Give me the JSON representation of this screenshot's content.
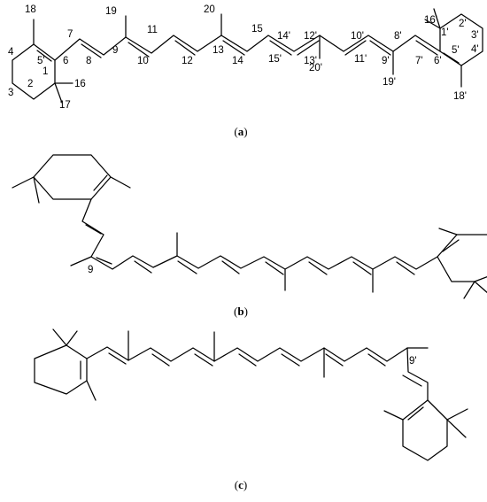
{
  "panels": [
    {
      "caption_open": "(",
      "caption_letter": "a",
      "caption_close": ")",
      "atom_labels": [
        "18",
        "7",
        "19",
        "11",
        "20",
        "15",
        "14'",
        "12'",
        "10'",
        "8'",
        "16'",
        "1'",
        "2'",
        "3'",
        "4'",
        "5'",
        "6'",
        "7'",
        "9'",
        "11'",
        "13'",
        "15'",
        "14",
        "13",
        "12",
        "10",
        "9",
        "8",
        "6",
        "5'",
        "4",
        "3",
        "2",
        "1",
        "16",
        "17",
        "19'",
        "20'",
        "18'"
      ]
    },
    {
      "caption_open": "(",
      "caption_letter": "b",
      "caption_close": ")",
      "atom_labels": [
        "9"
      ]
    },
    {
      "caption_open": "(",
      "caption_letter": "c",
      "caption_close": ")",
      "atom_labels": [
        "9'"
      ]
    }
  ]
}
